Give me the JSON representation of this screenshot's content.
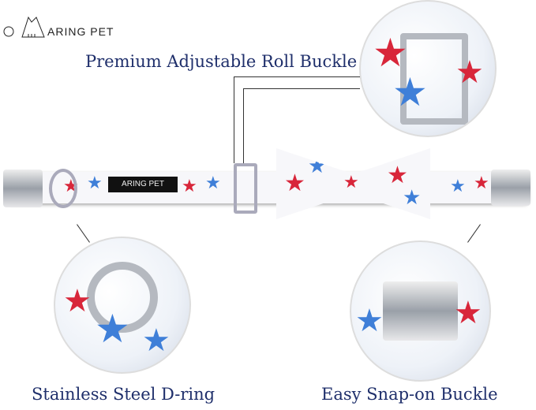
{
  "brand": {
    "logo_text": "ARING PET",
    "tag_text": "ARING PET"
  },
  "labels": {
    "roll_buckle": "Premium Adjustable Roll Buckle",
    "d_ring": "Stainless Steel D-ring",
    "snap_buckle": "Easy Snap-on Buckle"
  },
  "colors": {
    "label": "#1f2f6b",
    "star_red": "#d8263a",
    "star_blue": "#3f7fd8"
  }
}
